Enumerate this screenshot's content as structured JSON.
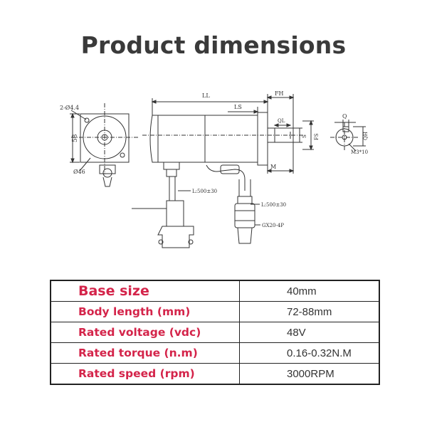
{
  "title": "Product dimensions",
  "drawing": {
    "labels": {
      "holes": "2-Ø4.4",
      "height": "58",
      "pilot": "Ø46",
      "ll": "LL",
      "fh": "FH",
      "ls": "LS",
      "ql": "QL",
      "s": "S",
      "fs": "FS",
      "m": "M",
      "l1": "L:500±30",
      "l2": "L:500±30",
      "connector": "GX20-4P",
      "q": "Q",
      "qh": "QH",
      "thread": "M3*10"
    }
  },
  "specs": [
    {
      "label": "Base size",
      "value": "40mm"
    },
    {
      "label": "Body length (mm)",
      "value": "72-88mm"
    },
    {
      "label": "Rated voltage (vdc)",
      "value": "48V"
    },
    {
      "label": "Rated torque (n.m)",
      "value": "0.16-0.32N.M"
    },
    {
      "label": "Rated speed (rpm)",
      "value": "3000RPM"
    }
  ]
}
